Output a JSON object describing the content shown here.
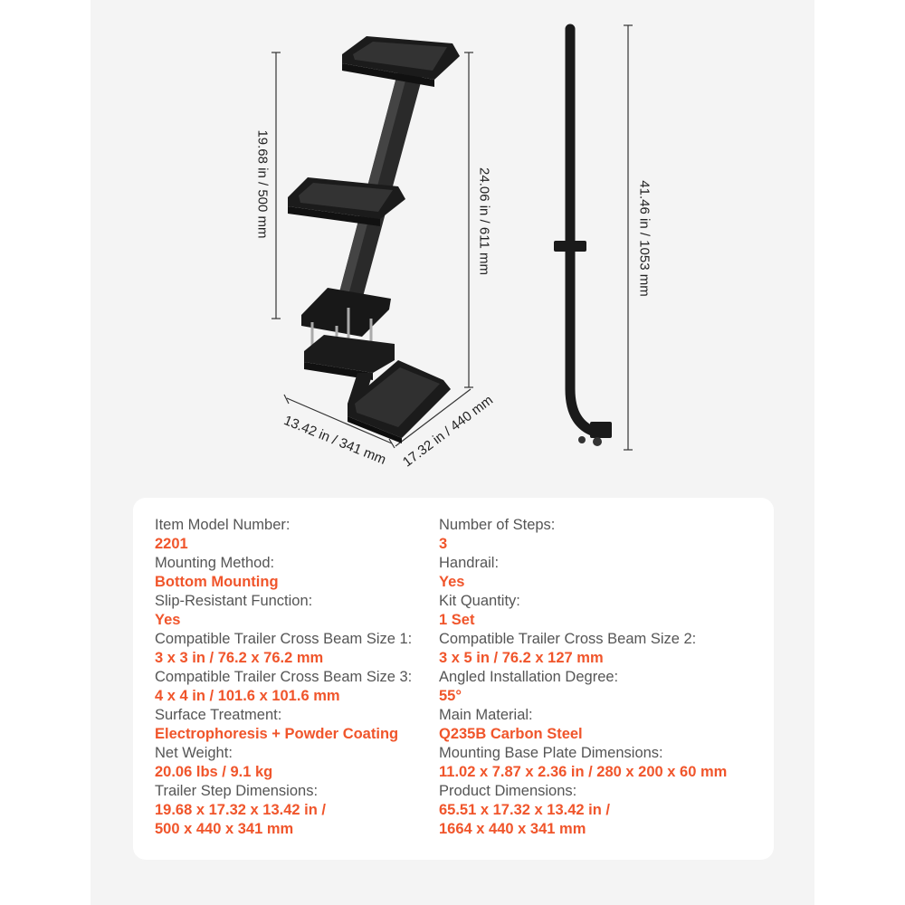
{
  "dimensions": {
    "step_height": "19.68 in / 500 mm",
    "overall_height": "24.06 in / 611 mm",
    "width": "13.42 in / 341 mm",
    "depth": "17.32 in / 440 mm",
    "handrail_height": "41.46 in / 1053 mm"
  },
  "colors": {
    "accent": "#f0552b",
    "label": "#555555",
    "product": "#1a1a1a",
    "background": "#f4f4f4"
  },
  "specs": {
    "left": [
      {
        "label": "Item Model Number:",
        "value": "2201"
      },
      {
        "label": "Mounting Method:",
        "value": "Bottom Mounting"
      },
      {
        "label": "Slip-Resistant Function:",
        "value": "Yes"
      },
      {
        "label": "Compatible Trailer Cross Beam Size 1:",
        "value": "3 x 3 in / 76.2 x 76.2 mm"
      },
      {
        "label": "Compatible Trailer Cross Beam Size 3:",
        "value": "4 x 4 in / 101.6 x 101.6 mm"
      },
      {
        "label": "Surface Treatment:",
        "value": "Electrophoresis + Powder Coating"
      },
      {
        "label": "Net Weight:",
        "value": "20.06 lbs / 9.1 kg"
      },
      {
        "label": "Trailer Step Dimensions:",
        "value": "19.68 x 17.32 x 13.42 in /",
        "value2": "500 x 440 x 341 mm"
      }
    ],
    "right": [
      {
        "label": "Number of Steps:",
        "value": "3"
      },
      {
        "label": "Handrail:",
        "value": "Yes"
      },
      {
        "label": "Kit Quantity:",
        "value": "1 Set"
      },
      {
        "label": "Compatible Trailer Cross Beam Size 2:",
        "value": "3 x 5 in / 76.2 x 127 mm"
      },
      {
        "label": "Angled Installation Degree:",
        "value": "55°"
      },
      {
        "label": "Main Material:",
        "value": "Q235B Carbon Steel"
      },
      {
        "label": "Mounting Base Plate Dimensions:",
        "value": "11.02 x 7.87 x 2.36 in / 280 x 200 x 60 mm"
      },
      {
        "label": "Product Dimensions:",
        "value": "65.51 x 17.32 x 13.42 in /",
        "value2": "1664 x 440 x 341 mm"
      }
    ]
  }
}
